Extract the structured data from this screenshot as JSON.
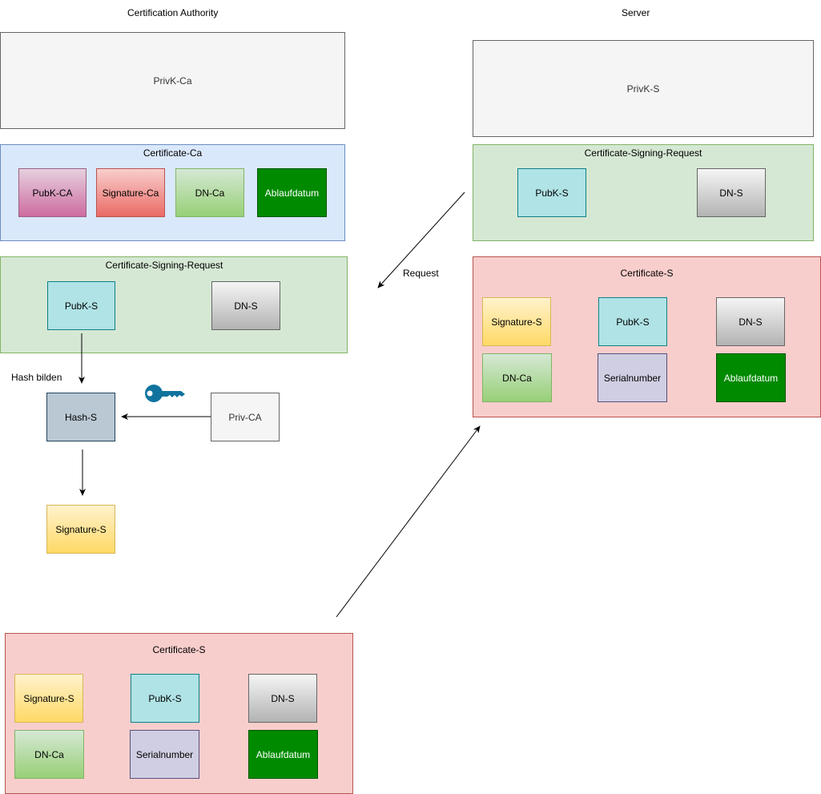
{
  "headings": {
    "ca": "Certification Authority",
    "server": "Server"
  },
  "ca": {
    "private_key": "PrivK-Ca",
    "certificate": {
      "title": "Certificate-Ca",
      "fields": [
        "PubK-CA",
        "Signature-Ca",
        "DN-Ca",
        "Ablaufdatum"
      ]
    },
    "csr": {
      "title": "Certificate-Signing-Request",
      "fields": [
        "PubK-S",
        "DN-S"
      ]
    },
    "hash_label": "Hash bilden",
    "hash": "Hash-S",
    "priv": "Priv-CA",
    "signature": "Signature-S",
    "key_icon": "key-icon"
  },
  "server": {
    "private_key": "PrivK-S",
    "csr": {
      "title": "Certificate-Signing-Request",
      "fields": [
        "PubK-S",
        "DN-S"
      ]
    },
    "request_label": "Request",
    "certificate": {
      "title": "Certificate-S",
      "fields": [
        "Signature-S",
        "PubK-S",
        "DN-S",
        "DN-Ca",
        "Serialnumber",
        "Ablaufdatum"
      ]
    }
  },
  "issued_certificate": {
    "title": "Certificate-S",
    "fields": [
      "Signature-S",
      "PubK-S",
      "DN-S",
      "DN-Ca",
      "Serialnumber",
      "Ablaufdatum"
    ]
  },
  "colors": {
    "ca_cert_panel": "#dae8fc",
    "csr_panel": "#d5e8d4",
    "cert_s_panel": "#f8cecc",
    "ablaufdatum": "#008a00",
    "pubk": "#b0e3e6",
    "serial": "#d0cee2",
    "hash": "#bac8d3",
    "key": "#10739e"
  }
}
